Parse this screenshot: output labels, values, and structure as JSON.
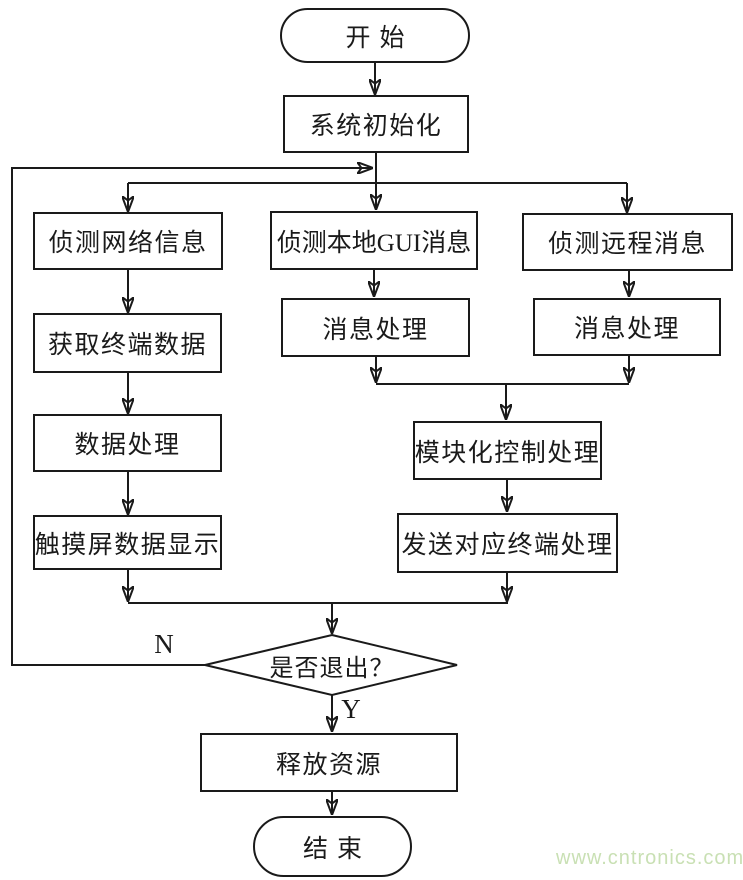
{
  "diagram_title": "",
  "nodes": {
    "start": {
      "label": "开始",
      "type": "terminator"
    },
    "sys_init": {
      "label": "系统初始化",
      "type": "process"
    },
    "detect_network": {
      "label": "侦测网络信息",
      "type": "process"
    },
    "get_terminal_data": {
      "label": "获取终端数据",
      "type": "process"
    },
    "data_processing": {
      "label": "数据处理",
      "type": "process"
    },
    "touch_display": {
      "label": "触摸屏数据显示",
      "type": "process"
    },
    "detect_local_gui": {
      "label": "侦测本地GUI消息",
      "type": "process"
    },
    "msg_proc_mid": {
      "label": "消息处理",
      "type": "process"
    },
    "detect_remote": {
      "label": "侦测远程消息",
      "type": "process"
    },
    "msg_proc_right": {
      "label": "消息处理",
      "type": "process"
    },
    "modular_control": {
      "label": "模块化控制处理",
      "type": "process"
    },
    "send_terminal": {
      "label": "发送对应终端处理",
      "type": "process"
    },
    "exit_decision": {
      "label": "是否退出？",
      "type": "decision"
    },
    "release_resources": {
      "label": "释放资源",
      "type": "process"
    },
    "end": {
      "label": "结束",
      "type": "terminator"
    }
  },
  "edge_labels": {
    "no": "N",
    "yes": "Y"
  },
  "watermark": {
    "text": "www.cntronics.com",
    "color": "#c9e0b4"
  },
  "colors": {
    "stroke": "#1a1a1a",
    "background": "#ffffff"
  }
}
